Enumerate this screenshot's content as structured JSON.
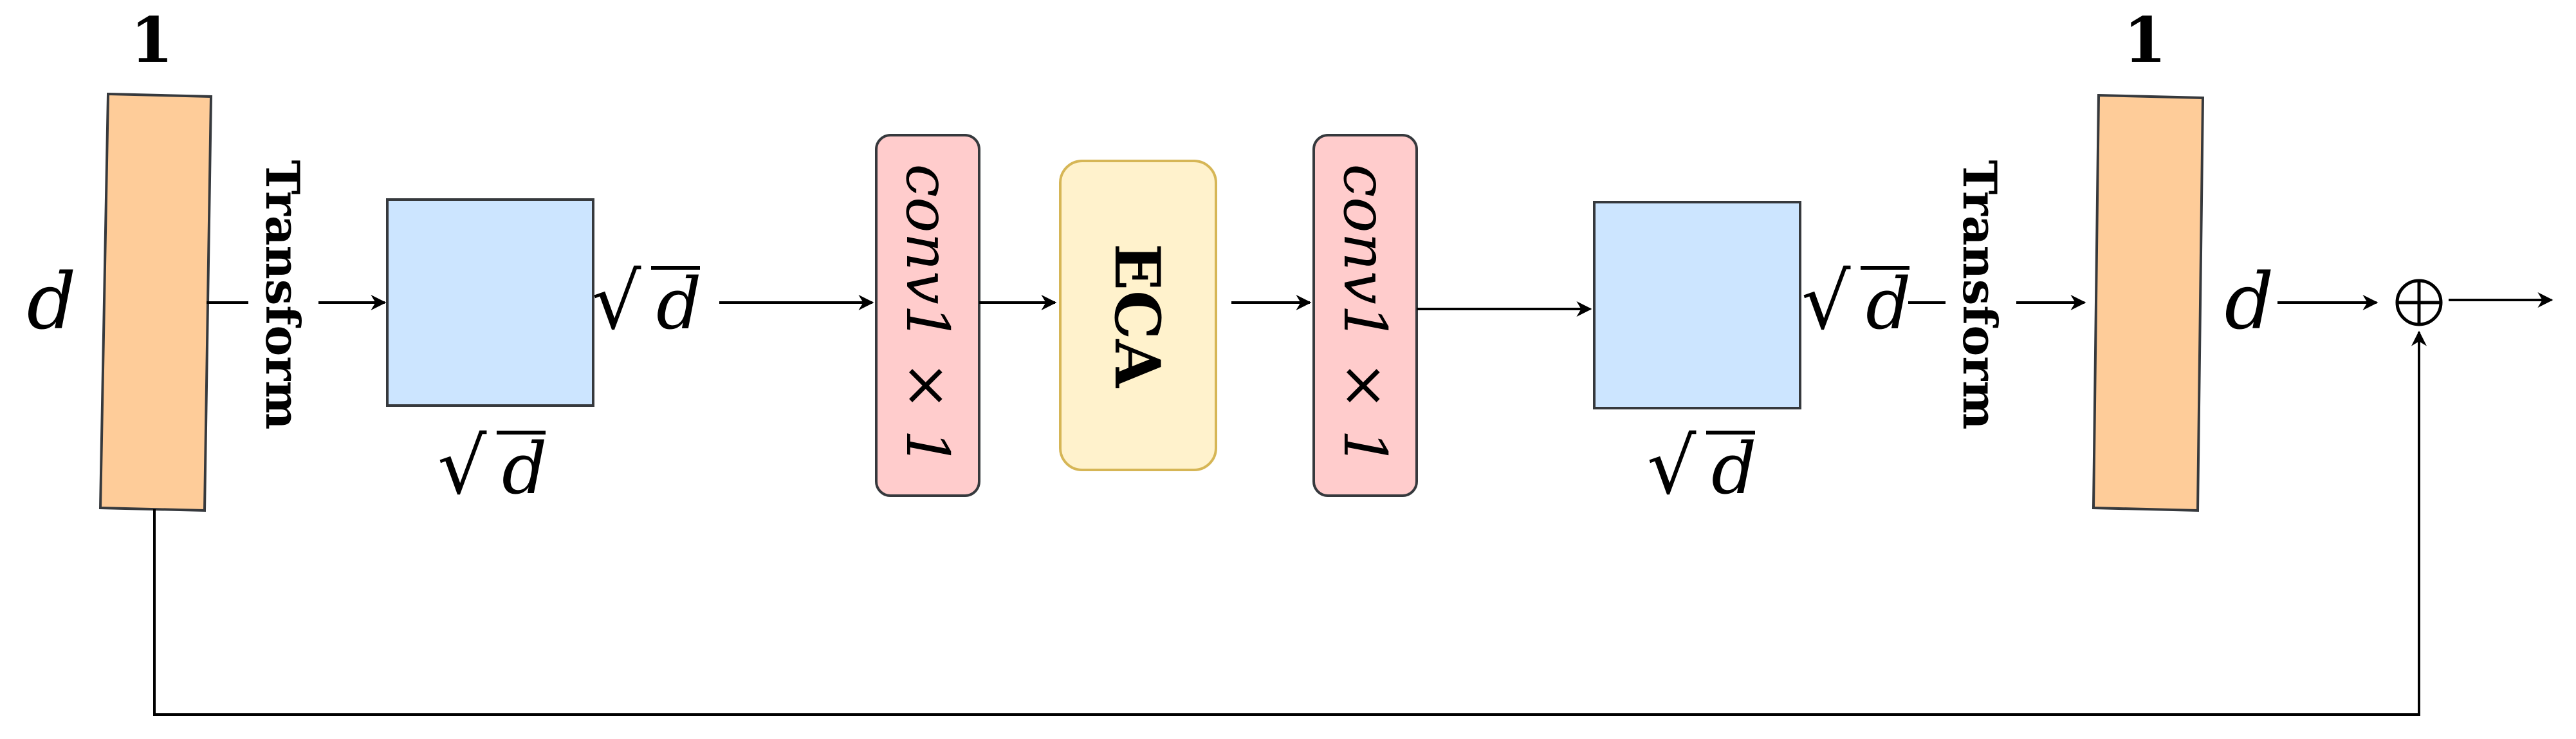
{
  "labels": {
    "one_in": "1",
    "one_out": "1",
    "d_in": "d",
    "d_out": "d",
    "transform_in": "Transform",
    "transform_out": "Transform",
    "sqrt_prefix": "√",
    "sqrt_var": "d",
    "conv_a": "conv1 × 1",
    "conv_b": "conv1 × 1",
    "eca": "ECA",
    "sum_symbol": "⊕"
  },
  "colors": {
    "orange": "#FECC99",
    "blue": "#CCE5FF",
    "pink": "#FFCCCC",
    "pink_border": "#36393D",
    "yellow": "#FFF2CC",
    "yellow_border": "#D6B656",
    "stroke": "#000000"
  }
}
